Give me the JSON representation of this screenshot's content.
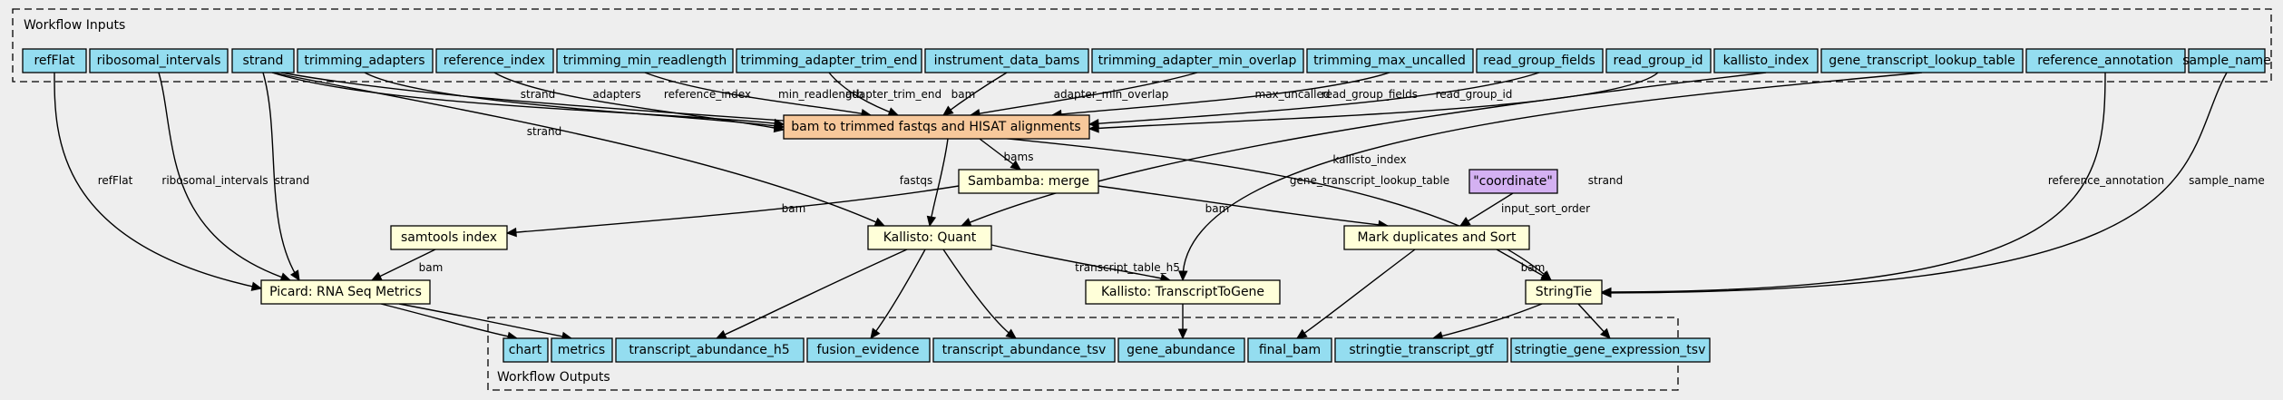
{
  "clusters": {
    "inputs": {
      "label": "Workflow Inputs"
    },
    "outputs": {
      "label": "Workflow Outputs"
    }
  },
  "colors": {
    "io": "#94ddf0",
    "step": "#ffffd9",
    "hisat": "#f7c89b",
    "default": "#d4b1f2"
  },
  "nodes": {
    "refFlat": "refFlat",
    "ribosomal_intervals": "ribosomal_intervals",
    "strand": "strand",
    "trimming_adapters": "trimming_adapters",
    "reference_index": "reference_index",
    "trimming_min_readlength": "trimming_min_readlength",
    "trimming_adapter_trim_end": "trimming_adapter_trim_end",
    "instrument_data_bams": "instrument_data_bams",
    "trimming_adapter_min_overlap": "trimming_adapter_min_overlap",
    "trimming_max_uncalled": "trimming_max_uncalled",
    "read_group_fields": "read_group_fields",
    "read_group_id": "read_group_id",
    "kallisto_index": "kallisto_index",
    "gene_transcript_lookup_table": "gene_transcript_lookup_table",
    "reference_annotation": "reference_annotation",
    "sample_name": "sample_name",
    "hisat": "bam to trimmed fastqs and HISAT alignments",
    "merge": "Sambamba: merge",
    "coordinate": "\"coordinate\"",
    "samtools": "samtools index",
    "kquant": "Kallisto: Quant",
    "markdup": "Mark duplicates and Sort",
    "picard": "Picard: RNA Seq Metrics",
    "ttg": "Kallisto: TranscriptToGene",
    "stringtie": "StringTie",
    "chart": "chart",
    "metrics": "metrics",
    "transcript_abundance_h5": "transcript_abundance_h5",
    "fusion_evidence": "fusion_evidence",
    "transcript_abundance_tsv": "transcript_abundance_tsv",
    "gene_abundance": "gene_abundance",
    "final_bam": "final_bam",
    "stringtie_transcript_gtf": "stringtie_transcript_gtf",
    "stringtie_gene_expression_tsv": "stringtie_gene_expression_tsv"
  },
  "edge_labels": {
    "strand": "strand",
    "adapters": "adapters",
    "reference_index": "reference_index",
    "min_readlength": "min_readlength",
    "adapter_trim_end": "adapter_trim_end",
    "bam": "bam",
    "adapter_min_overlap": "adapter_min_overlap",
    "max_uncalled": "max_uncalled",
    "read_group_fields": "read_group_fields",
    "read_group_id": "read_group_id",
    "refFlat": "refFlat",
    "ribosomal_intervals": "ribosomal_intervals",
    "kallisto_index": "kallisto_index",
    "gene_transcript_lookup_table": "gene_transcript_lookup_table",
    "reference_annotation": "reference_annotation",
    "sample_name": "sample_name",
    "bams": "bams",
    "fastqs": "fastqs",
    "input_sort_order": "input_sort_order",
    "transcript_table_h5": "transcript_table_h5"
  }
}
